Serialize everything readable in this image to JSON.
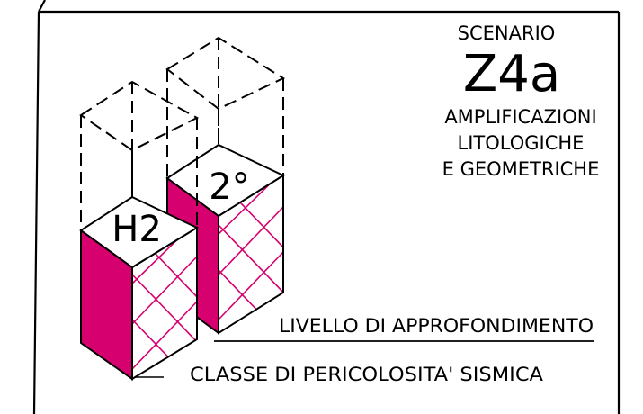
{
  "scenario": {
    "heading": "SCENARIO",
    "code": "Z4a",
    "description_lines": [
      "AMPLIFICAZIONI",
      "LITOLOGICHE",
      "E GEOMETRICHE"
    ]
  },
  "prisms": {
    "front": {
      "label": "H2"
    },
    "back": {
      "label": "2°"
    }
  },
  "captions": {
    "level": "LIVELLO DI APPROFONDIMENTO",
    "class": "CLASSE DI PERICOLOSITA' SISMICA"
  },
  "colors": {
    "accent": "#d6006e",
    "line": "#000000",
    "background": "#ffffff"
  }
}
